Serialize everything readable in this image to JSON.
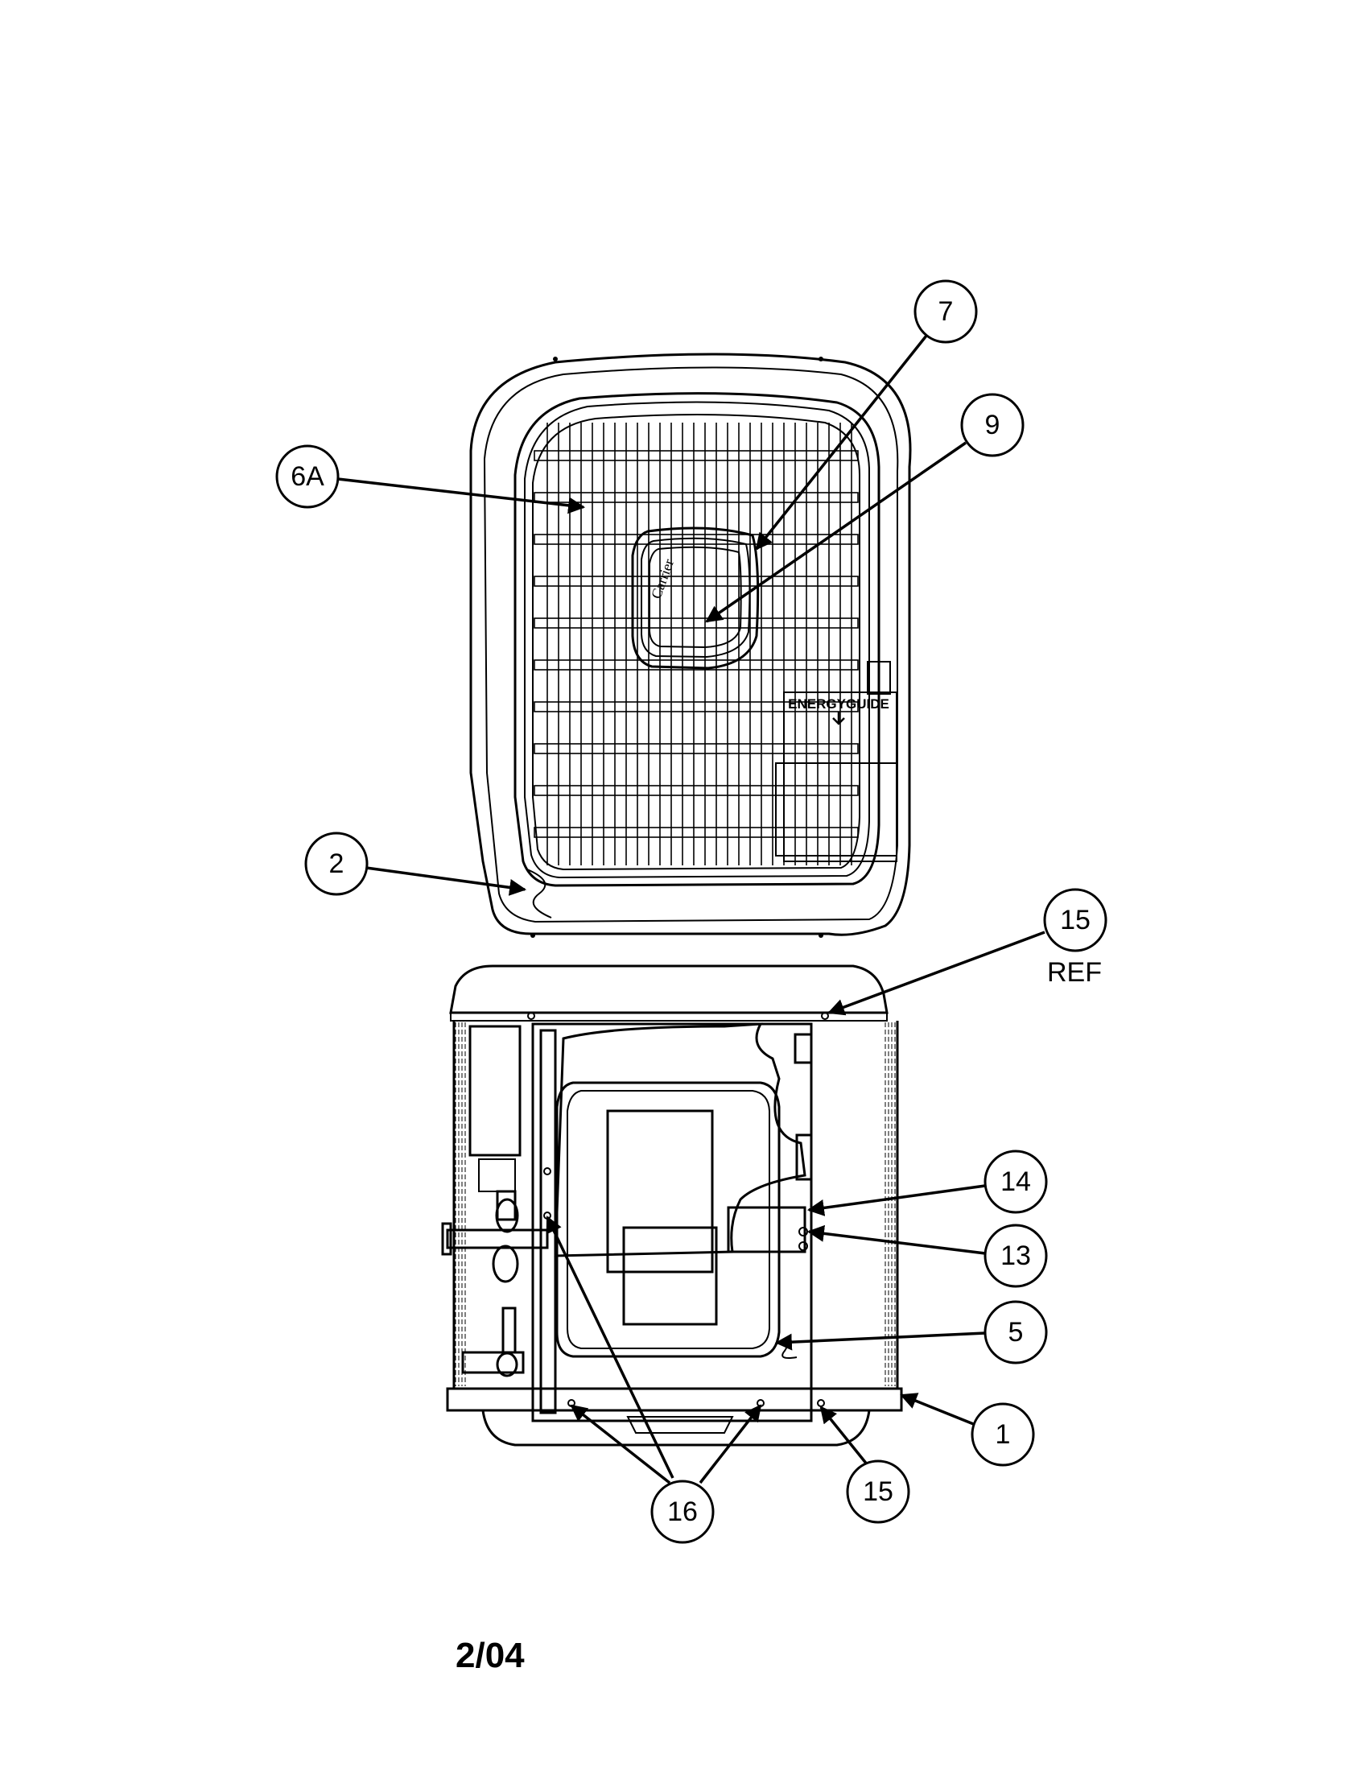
{
  "callouts": {
    "c7": "7",
    "c9": "9",
    "c6a": "6A",
    "c2": "2",
    "c15_top": "15",
    "c15_top_ref": "REF",
    "c14": "14",
    "c13": "13",
    "c5": "5",
    "c1": "1",
    "c15_bottom": "15",
    "c16": "16"
  },
  "labels": {
    "energyguide": "ENERGYGUIDE",
    "brand": "Carrier"
  },
  "footer": {
    "date_code": "2/04"
  }
}
